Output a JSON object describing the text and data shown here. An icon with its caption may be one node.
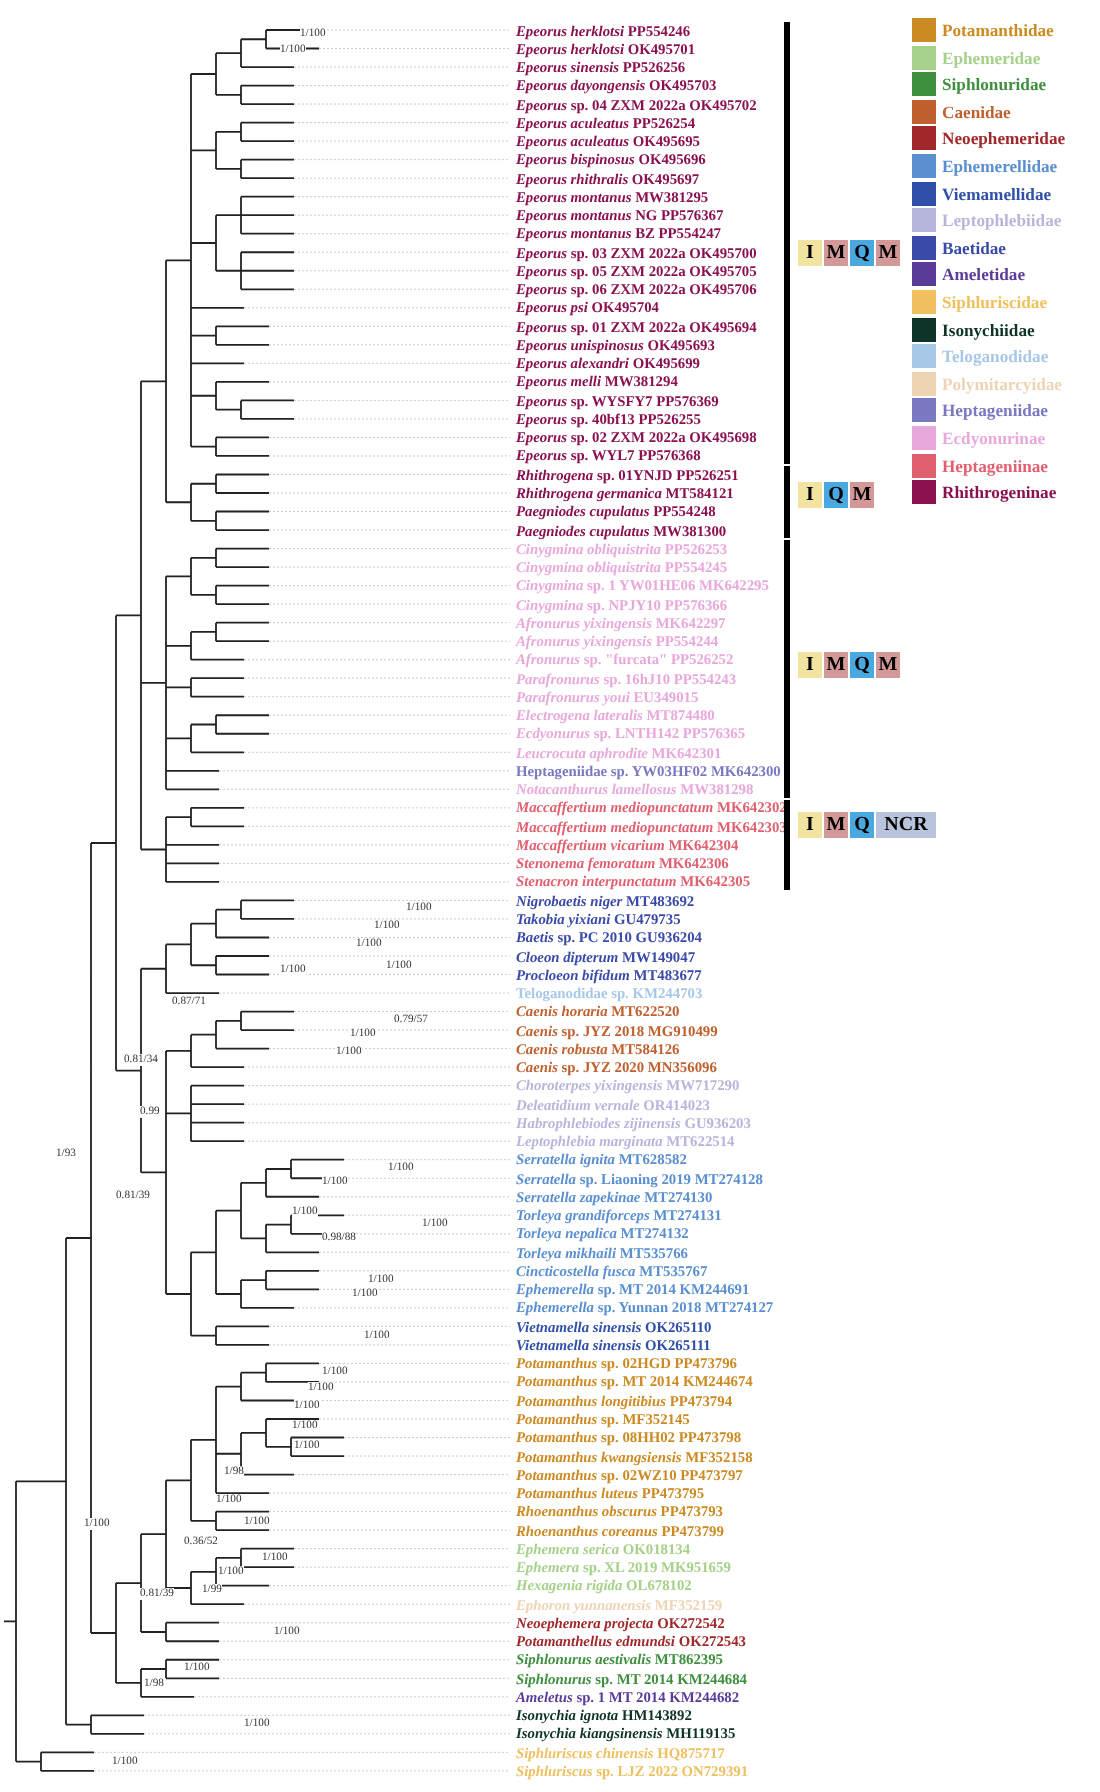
{
  "diagram": {
    "labels": [
      "*Epeorus herklotsi* PP554246",
      "*Epeorus herklotsi* OK495701",
      "*Epeorus sinensis* PP526256",
      "*Epeorus dayongensis* OK495703",
      "*Epeorus* sp. 04 ZXM 2022a OK495702",
      "*Epeorus aculeatus* PP526254",
      "*Epeorus aculeatus* OK495695",
      "*Epeorus bispinosus* OK495696",
      "*Epeorus rhithralis* OK495697",
      "*Epeorus montanus* MW381295",
      "*Epeorus montanus* NG PP576367",
      "*Epeorus montanus* BZ PP554247",
      "*Epeorus* sp. 03 ZXM 2022a OK495700",
      "*Epeorus* sp. 05 ZXM 2022a OK495705",
      "*Epeorus* sp. 06 ZXM 2022a OK495706",
      "*Epeorus psi* OK495704",
      "*Epeorus* sp. 01 ZXM 2022a OK495694",
      "*Epeorus unispinosus* OK495693",
      "*Epeorus alexandri* OK495699",
      "*Epeorus melli* MW381294",
      "*Epeorus* sp. WYSFY7 PP576369",
      "*Epeorus* sp. 40bf13 PP526255",
      "*Epeorus* sp. 02 ZXM 2022a OK495698",
      "*Epeorus* sp. WYL7 PP576368",
      "*Rhithrogena* sp. 01YNJD PP526251",
      "*Rhithrogena germanica* MT584121",
      "*Paegniodes cupulatus* PP554248",
      "*Paegniodes cupulatus* MW381300",
      "*Cinygmina obliquistrita* PP526253",
      "*Cinygmina obliquistrita* PP554245",
      "*Cinygmina* sp. 1 YW01HE06 MK642295",
      "*Cinygmina* sp. NPJY10 PP576366",
      "*Afronurus yixingensis* MK642297",
      "*Afronurus yixingensis* PP554244",
      "*Afronurus* sp. \"furcata\" PP526252",
      "*Parafronurus* sp. 16hJ10 PP554243",
      "*Parafronurus youi* EU349015",
      "*Electrogena lateralis* MT874480",
      "*Ecdyonurus* sp. LNTH142 PP576365",
      "*Leucrocuta aphrodite* MK642301",
      "Heptageniidae sp. YW03HF02 MK642300",
      "*Notacanthurus lamellosus* MW381298",
      "*Maccaffertium mediopunctatum* MK642302",
      "*Maccaffertium mediopunctatum* MK642303",
      "*Maccaffertium vicarium* MK642304",
      "*Stenonema femoratum* MK642306",
      "*Stenacron interpunctatum* MK642305",
      "*Nigrobaetis niger* MT483692",
      "*Takobia yixiani* GU479735",
      "*Baetis* sp. PC 2010 GU936204",
      "*Cloeon dipterum* MW149047",
      "*Procloeon bifidum* MT483677",
      "Teloganodidae sp. KM244703",
      "*Caenis horaria* MT622520",
      "*Caenis* sp. JYZ 2018 MG910499",
      "*Caenis robusta* MT584126",
      "*Caenis* sp. JYZ 2020 MN356096",
      "*Choroterpes yixingensis* MW717290",
      "*Deleatidium vernale* OR414023",
      "*Habrophlebiodes zijinensis* GU936203",
      "*Leptophlebia marginata* MT622514",
      "*Serratella ignita* MT628582",
      "*Serratella* sp. Liaoning 2019 MT274128",
      "*Serratella zapekinae* MT274130",
      "*Torleya grandiforceps* MT274131",
      "*Torleya nepalica* MT274132",
      "*Torleya mikhaili* MT535766",
      "*Cincticostella fusca* MT535767",
      "*Ephemerella* sp. MT 2014 KM244691",
      "*Ephemerella* sp. Yunnan 2018 MT274127",
      "*Vietnamella sinensis* OK265110",
      "*Vietnamella sinensis* OK265111",
      "*Potamanthus* sp. 02HGD PP473796",
      "*Potamanthus* sp. MT 2014 KM244674",
      "*Potamanthus longitibius* PP473794",
      "*Potamanthus* sp. MF352145",
      "*Potamanthus* sp. 08HH02 PP473798",
      "*Potamanthus kwangsiensis* MF352158",
      "*Potamanthus* sp. 02WZ10 PP473797",
      "*Potamanthus luteus* PP473795",
      "*Rhoenanthus obscurus* PP473793",
      "*Rhoenanthus coreanus* PP473799",
      "*Ephemera serica* OK018134",
      "*Ephemera* sp. XL 2019 MK951659",
      "*Hexagenia rigida* OL678102",
      "*Ephoron yunnanensis* MF352159",
      "*Neoephemera projecta* OK272542",
      "*Potamanthellus edmundsi* OK272543",
      "*Siphlonurus aestivalis* MT862395",
      "*Siphlonurus* sp. MT 2014 KM244684",
      "*Ameletus* sp. 1 MT 2014 KM244682",
      "*Isonychia ignota* HM143892",
      "*Isonychia kiangsinensis* MH119135",
      "*Siphluriscus chinensis* HQ875717",
      "*Siphluriscus* sp. LJZ 2022 ON729391",
      "I",
      "M",
      "Q",
      "M",
      "I",
      "Q",
      "M",
      "I",
      "M",
      "Q",
      "M",
      "I",
      "M",
      "Q",
      "NCR",
      "1/100",
      "1/100",
      "0.87/71",
      "0.81/34",
      "0.99",
      "1/93",
      "0.81/39",
      "1/100",
      "1/100",
      "1/100",
      "1/100",
      "1/100",
      "0.79/57",
      "1/100",
      "1/100",
      "1/100",
      "1/100",
      "1/100",
      "1/100",
      "0.98/88",
      "1/100",
      "1/100",
      "1/100",
      "1/100",
      "1/100",
      "1/100",
      "1/100",
      "1/100",
      "1/98",
      "1/100",
      "1/100",
      "1/100",
      "0.36/52",
      "1/100",
      "1/100",
      "0.81/39",
      "1/99",
      "1/100",
      "1/100",
      "1/98",
      "1/100",
      "1/100"
    ],
    "legend": [
      {
        "text": "Potamanthidae",
        "color": "#cc8a22"
      },
      {
        "text": "Ephemeridae",
        "color": "#a6d18a"
      },
      {
        "text": "Siphlonuridae",
        "color": "#3e8f3e"
      },
      {
        "text": "Caenidae",
        "color": "#c0602e"
      },
      {
        "text": "Neoephemeridae",
        "color": "#a0282a"
      },
      {
        "text": "Ephemerellidae",
        "color": "#5a8fd0"
      },
      {
        "text": "Viemamellidae",
        "color": "#2f4fa8"
      },
      {
        "text": "Leptophlebiidae",
        "color": "#b6b6dc"
      },
      {
        "text": "Baetidae",
        "color": "#3a4aa8"
      },
      {
        "text": "Ameletidae",
        "color": "#5a3c98"
      },
      {
        "text": "Siphluriscidae",
        "color": "#eec060"
      },
      {
        "text": "Isonychiidae",
        "color": "#0e3328"
      },
      {
        "text": "Teloganodidae",
        "color": "#a8c8e8"
      },
      {
        "text": "Polymitarcyidae",
        "color": "#ecd4b4"
      },
      {
        "text": "Heptageniidae",
        "color": "#7a78c0"
      },
      {
        "text": "Ecdyonurinae",
        "color": "#e8a8dc"
      },
      {
        "text": "Heptageniinae",
        "color": "#e06070"
      },
      {
        "text": "Rhithrogeninae",
        "color": "#8a1050"
      }
    ]
  }
}
